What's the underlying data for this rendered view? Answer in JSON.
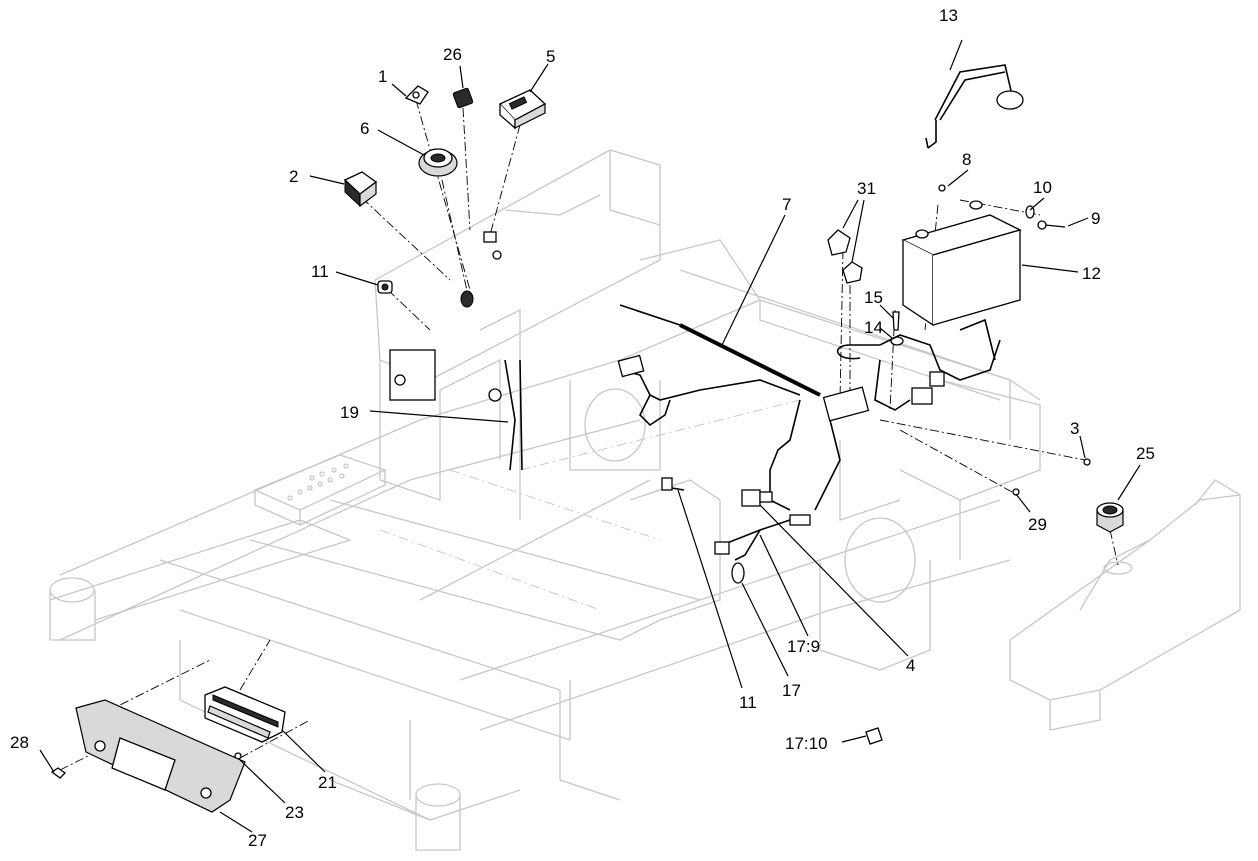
{
  "callouts": {
    "c1": "1",
    "c26": "26",
    "c5": "5",
    "c6": "6",
    "c2": "2",
    "c11a": "11",
    "c19": "19",
    "c7": "7",
    "c31": "31",
    "c13": "13",
    "c8": "8",
    "c10": "10",
    "c9": "9",
    "c12": "12",
    "c15": "15",
    "c14": "14",
    "c3": "3",
    "c25": "25",
    "c29": "29",
    "c11b": "11",
    "c17": "17",
    "c17_9": "17:9",
    "c4": "4",
    "c17_10": "17:10",
    "c28": "28",
    "c21": "21",
    "c23": "23",
    "c27": "27"
  }
}
